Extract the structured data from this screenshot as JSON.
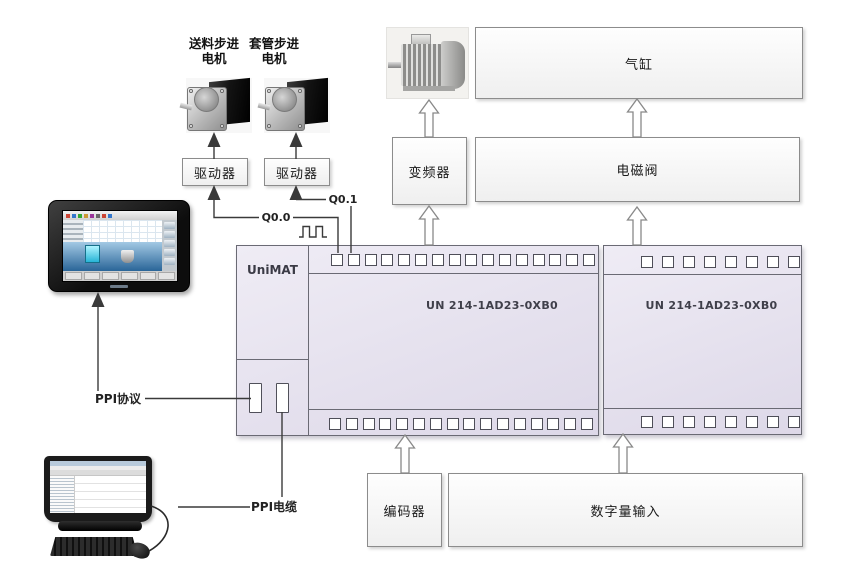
{
  "labels": {
    "feed_stepper": "送料步进电机",
    "sleeve_stepper": "套管步进电机",
    "driver_a": "驱动器",
    "driver_b": "驱动器",
    "inverter": "变频器",
    "cylinder": "气缸",
    "solenoid_valve": "电磁阀",
    "encoder": "编码器",
    "digital_input": "数字量输入"
  },
  "plc": {
    "brand": "UniMAT",
    "left_module": {
      "model": "UN 214-1AD23-0XB0",
      "top_terminals": 16,
      "bottom_terminals": 16
    },
    "right_module": {
      "model": "UN 214-1AD23-0XB0",
      "top_terminals": 8,
      "bottom_terminals": 8
    }
  },
  "signals": {
    "q0_0": "Q0.0",
    "q0_1": "Q0.1"
  },
  "connections": {
    "ppi_protocol": "PPI协议",
    "ppi_cable": "PPI电缆"
  },
  "colors": {
    "plc_fill_a": "#efecf5",
    "plc_fill_b": "#ddd8e8",
    "line": "#3a3a3a",
    "box_border": "#8c8c8c",
    "module_border": "#6a6a74"
  }
}
